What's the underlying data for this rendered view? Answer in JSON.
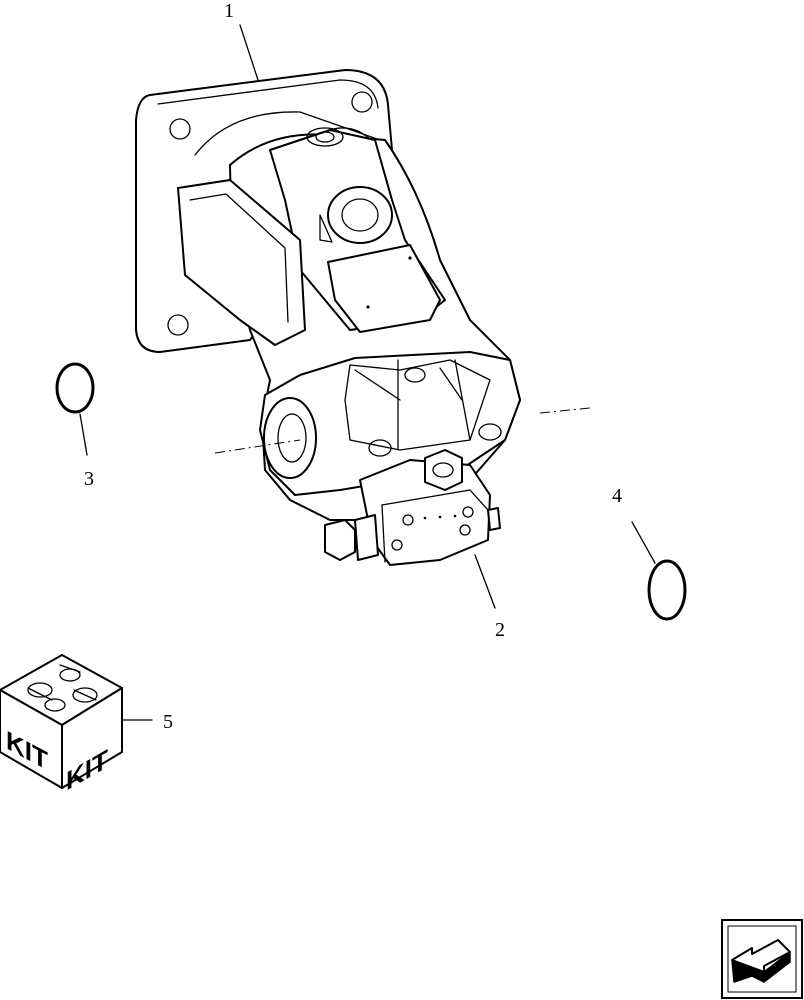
{
  "callouts": {
    "c1": "1",
    "c2": "2",
    "c3": "3",
    "c4": "4",
    "c5": "5"
  },
  "kit": {
    "label_left": "KIT",
    "label_right": "KIT"
  },
  "nav": {
    "icon": "arrow-left-icon"
  },
  "colors": {
    "line": "#000000",
    "background": "#ffffff"
  }
}
